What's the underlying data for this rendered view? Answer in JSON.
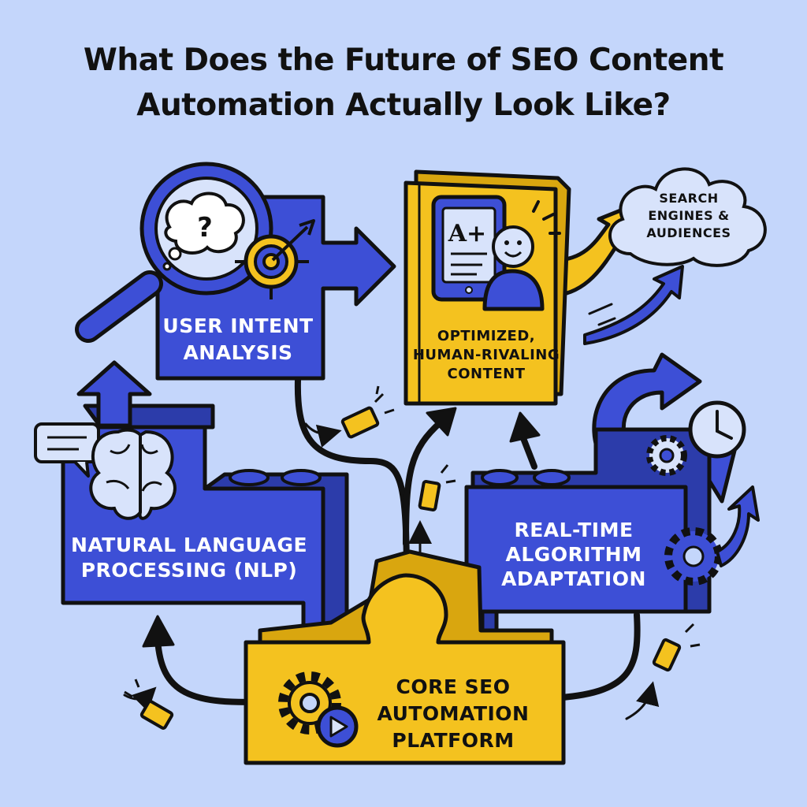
{
  "title": {
    "line1": "What Does the Future of SEO Content",
    "line2": "Automation Actually Look Like?"
  },
  "nodes": {
    "user_intent": {
      "line1": "USER INTENT",
      "line2": "ANALYSIS"
    },
    "nlp": {
      "line1": "NATURAL LANGUAGE",
      "line2": "PROCESSING (NLP)"
    },
    "content": {
      "line1": "OPTIMIZED,",
      "line2": "HUMAN-RIVALING",
      "line3": "CONTENT"
    },
    "realtime": {
      "line1": "REAL-TIME",
      "line2": "ALGORITHM",
      "line3": "ADAPTATION"
    },
    "core": {
      "line1": "CORE SEO",
      "line2": "AUTOMATION",
      "line3": "PLATFORM"
    },
    "audience": {
      "line1": "SEARCH",
      "line2": "ENGINES &",
      "line3": "AUDIENCES"
    }
  },
  "badge": {
    "grade": "A+"
  },
  "icons": {
    "question": "?",
    "names": [
      "magnifier-icon",
      "thought-bubble-icon",
      "target-icon",
      "document-icon",
      "person-icon",
      "brain-icon",
      "chat-bubble-icon",
      "clock-icon",
      "gear-icon",
      "play-icon",
      "refresh-arrow-icon",
      "cloud-icon"
    ]
  },
  "colors": {
    "background": "#c4d6fb",
    "blue": "#3d4fd6",
    "yellow": "#f4c21f",
    "outline": "#111111",
    "light_blue": "#d8e3fb"
  }
}
